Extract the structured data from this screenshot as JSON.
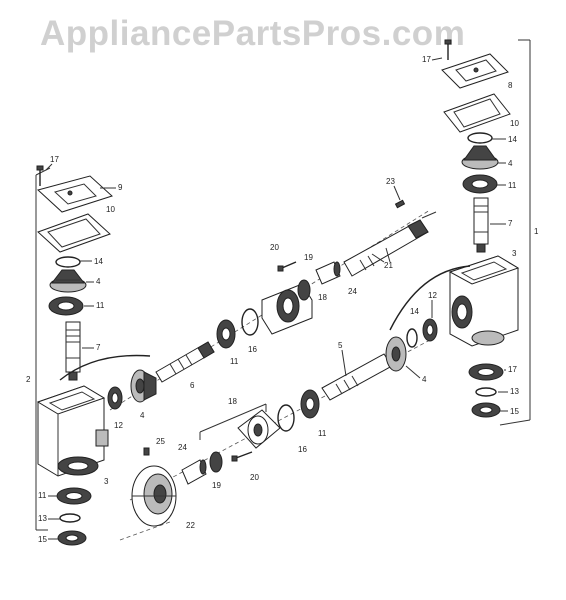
{
  "watermark": "AppliancePartsPros.com",
  "callouts": {
    "c17L": "17",
    "c9": "9",
    "c10L": "10",
    "c14L": "14",
    "c4L": "4",
    "c11L": "11",
    "c7L": "7",
    "c2": "2",
    "c12L": "12",
    "c4b": "4",
    "c3L": "3",
    "c11b": "11",
    "c13L": "13",
    "c15L": "15",
    "c6": "6",
    "c11c": "11",
    "c16a": "16",
    "c20a": "20",
    "c19a": "19",
    "c18a": "18",
    "c24a": "24",
    "c21": "21",
    "c23": "23",
    "c5": "5",
    "c11d": "11",
    "c16b": "16",
    "c18b": "18",
    "c25": "25",
    "c24b": "24",
    "c19b": "19",
    "c20b": "20",
    "c22": "22",
    "c17R": "17",
    "c8": "8",
    "c10R": "10",
    "c14R": "14",
    "c4R": "4",
    "c11R": "11",
    "c7R": "7",
    "c1": "1",
    "c3R": "3",
    "c12R": "12",
    "c14c": "14",
    "c4c": "4",
    "c17b": "17",
    "c13R": "13",
    "c15R": "15"
  }
}
